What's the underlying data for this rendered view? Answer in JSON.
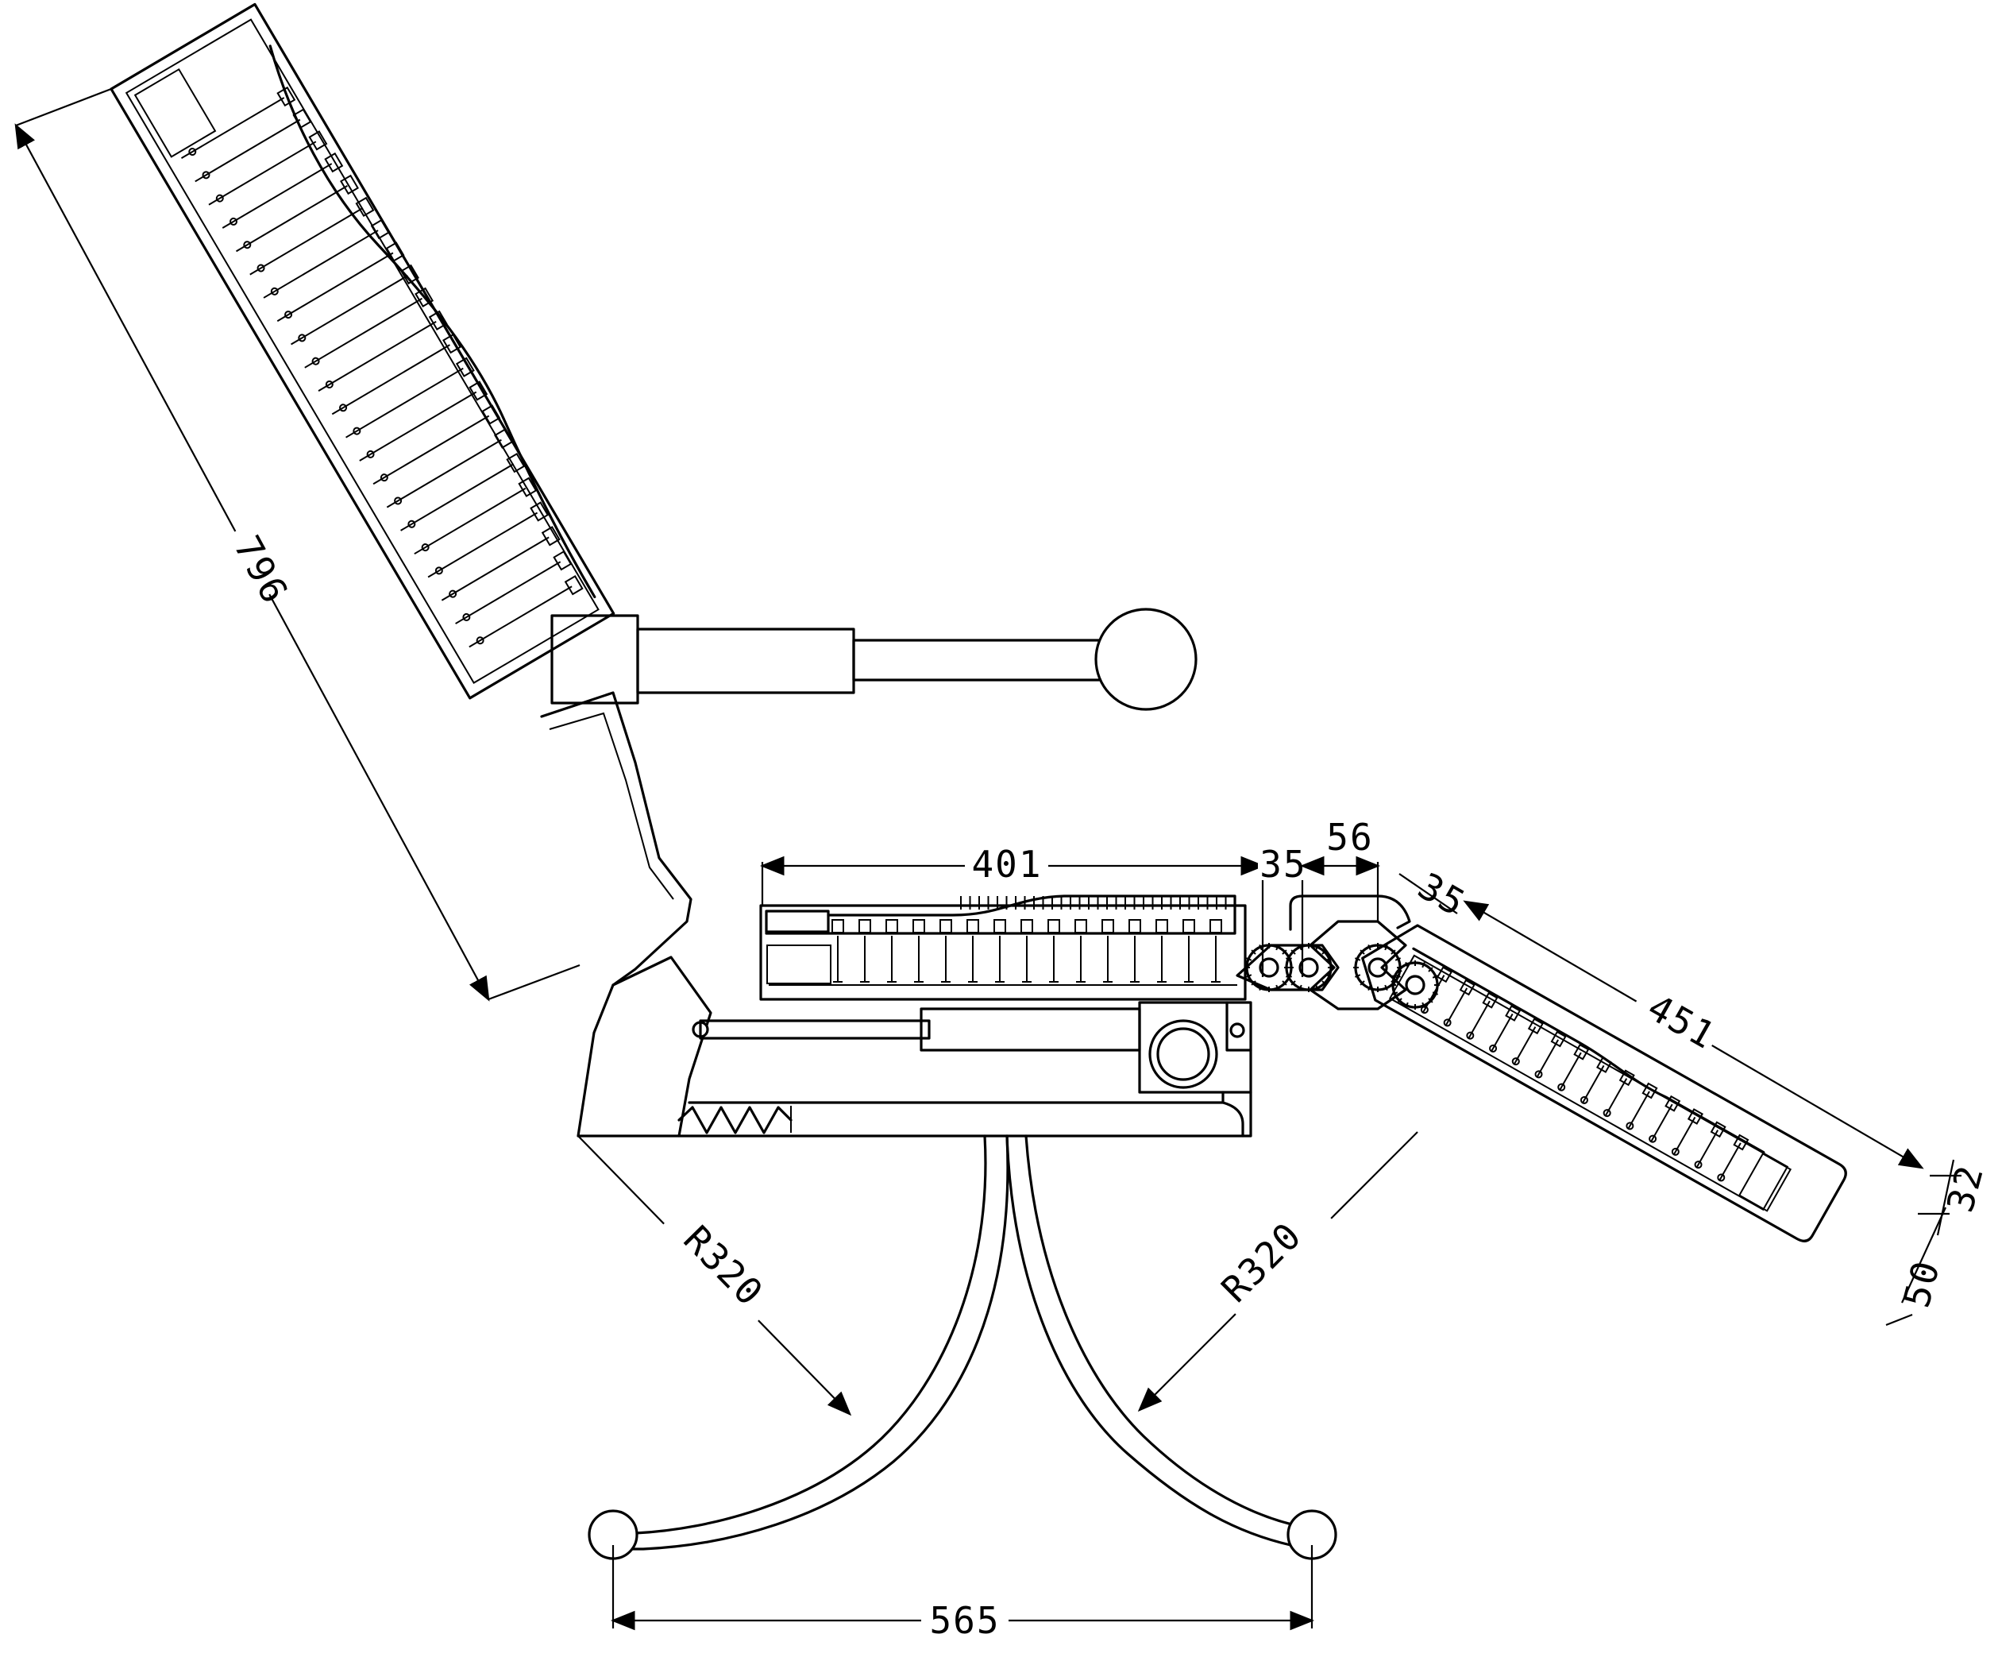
{
  "diagram": {
    "dimensions": {
      "backrest_length": "796",
      "seat_length": "401",
      "hinge_gap_a": "35",
      "hinge_gap_b": "56",
      "hinge_gap_c": "35",
      "legrest_length": "451",
      "legrest_end_thickness": "32",
      "legrest_thickness": "50",
      "base_radius_left": "R320",
      "base_radius_right": "R320",
      "base_span": "565"
    }
  }
}
